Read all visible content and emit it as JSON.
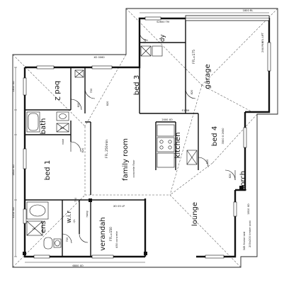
{
  "plan": {
    "rooms": {
      "bed1": "bed 1",
      "bed2": "bed 2",
      "bed3": "bed 3",
      "bed4": "bed 4",
      "bath": "bath",
      "ens": "ens",
      "wir": "w.i.r",
      "family": "family room",
      "kitchen": "kitchen",
      "lounge": "lounge",
      "verandah": "verandah",
      "porch": "porch",
      "garage": "garage",
      "ldy": "ldy"
    },
    "notes": {
      "ffl_family": "FFL 250min",
      "family_floor": "concrete floor",
      "ffl_garage": "FFL=175",
      "ffl_verandah": "FFL=150",
      "verandah_floor": "450 concrete",
      "bed4_size": "3500 X 2650",
      "robe": "robe",
      "hang": "hang",
      "panel_lift": "2X4 PANEL LIFT",
      "timber_post": "200x200 timber post",
      "frame_bed": "345 frame bed",
      "dim_top_garage": "1800 RL",
      "dim_top_bed": "XO 0060",
      "dim_left_bed2": "1810 XO",
      "dim_left_bed1": "1810 XO",
      "dim_left_ens": "1212 XO",
      "dim_bottom": "6800 XO",
      "dim_verandah": "XO 05 LP",
      "dim_porch": "1810 XO",
      "dim_kitchen": "2000 XO",
      "dim_ldy": "S2600 TM",
      "dim_misc": "S1 BX"
    },
    "door_labels": {
      "d1": "820",
      "d2": "820",
      "d3": "820",
      "d4": "720",
      "d5": "720",
      "d6": "820",
      "d7": "820",
      "d8": "820",
      "d9": "720",
      "d10": "720"
    },
    "fixtures": {
      "wc": "W.C",
      "sh": "sh",
      "rh": "r/h"
    }
  }
}
